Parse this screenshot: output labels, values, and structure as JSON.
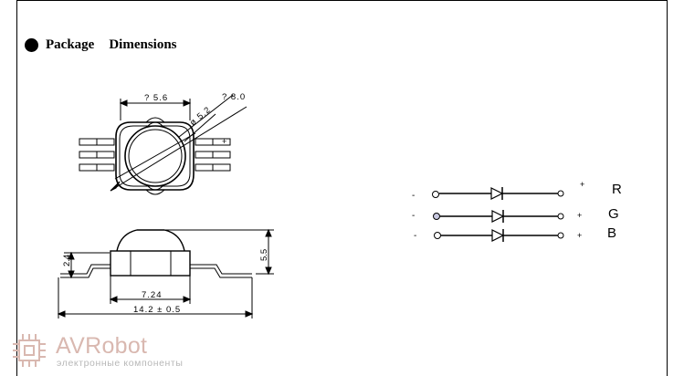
{
  "header": {
    "word1": "Package",
    "word2": "Dimensions"
  },
  "top_view": {
    "dim_inner": "? 5.6",
    "dim_outer": "? 8.0",
    "dim_lens": "ø 5.2",
    "plus_mark": "+"
  },
  "side_view": {
    "dim_height_left": "2.4",
    "dim_height_right": "5.5",
    "dim_body_width": "7.24",
    "dim_total_width": "14.2 ± 0.5"
  },
  "schematic": {
    "rows": [
      {
        "minus": "-",
        "plus": "+",
        "color_letter": "R"
      },
      {
        "minus": "-",
        "plus": "+",
        "color_letter": "G"
      },
      {
        "minus": "-",
        "plus": "+",
        "color_letter": "B"
      }
    ]
  },
  "watermark": {
    "name": "AVRobot",
    "subtitle": "электронные компоненты",
    "color": "#d9b8b0"
  }
}
